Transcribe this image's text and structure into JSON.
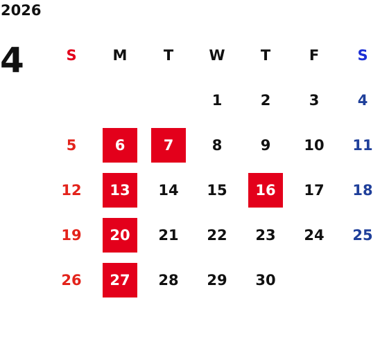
{
  "year": "2026",
  "month": "4",
  "weekdays": [
    "S",
    "M",
    "T",
    "W",
    "T",
    "F",
    "S"
  ],
  "days": [
    {
      "label": "",
      "type": "empty"
    },
    {
      "label": "",
      "type": "empty"
    },
    {
      "label": "",
      "type": "empty"
    },
    {
      "label": "1",
      "type": "weekday"
    },
    {
      "label": "2",
      "type": "weekday"
    },
    {
      "label": "3",
      "type": "weekday"
    },
    {
      "label": "4",
      "type": "saturday"
    },
    {
      "label": "5",
      "type": "sunday"
    },
    {
      "label": "6",
      "type": "highlight"
    },
    {
      "label": "7",
      "type": "highlight"
    },
    {
      "label": "8",
      "type": "weekday"
    },
    {
      "label": "9",
      "type": "weekday"
    },
    {
      "label": "10",
      "type": "weekday"
    },
    {
      "label": "11",
      "type": "saturday"
    },
    {
      "label": "12",
      "type": "sunday"
    },
    {
      "label": "13",
      "type": "highlight"
    },
    {
      "label": "14",
      "type": "weekday"
    },
    {
      "label": "15",
      "type": "weekday"
    },
    {
      "label": "16",
      "type": "highlight"
    },
    {
      "label": "17",
      "type": "weekday"
    },
    {
      "label": "18",
      "type": "saturday"
    },
    {
      "label": "19",
      "type": "sunday"
    },
    {
      "label": "20",
      "type": "highlight"
    },
    {
      "label": "21",
      "type": "weekday"
    },
    {
      "label": "22",
      "type": "weekday"
    },
    {
      "label": "23",
      "type": "weekday"
    },
    {
      "label": "24",
      "type": "weekday"
    },
    {
      "label": "25",
      "type": "saturday"
    },
    {
      "label": "26",
      "type": "sunday"
    },
    {
      "label": "27",
      "type": "highlight"
    },
    {
      "label": "28",
      "type": "weekday"
    },
    {
      "label": "29",
      "type": "weekday"
    },
    {
      "label": "30",
      "type": "weekday"
    }
  ],
  "colors": {
    "highlight_bg": "#e3001b",
    "sunday": "#e3231b",
    "saturday": "#1f3f9a",
    "text": "#111111"
  }
}
